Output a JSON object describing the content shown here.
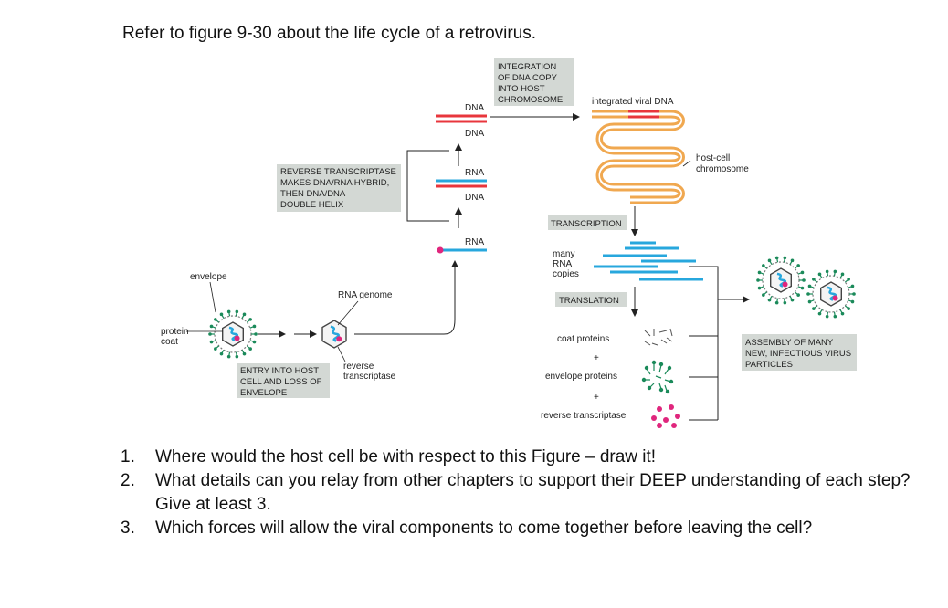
{
  "heading": "Refer to figure 9-30 about the life cycle of a retrovirus.",
  "figure": {
    "labels": {
      "integration_lines": [
        "INTEGRATION",
        "OF DNA COPY",
        "INTO HOST",
        "CHROMOSOME"
      ],
      "dna": "DNA",
      "rna": "RNA",
      "integrated_viral_dna": "integrated viral DNA",
      "host_cell_chromosome_lines": [
        "host-cell",
        "chromosome"
      ],
      "reverse_transcriptase_box_lines": [
        "REVERSE TRANSCRIPTASE",
        "MAKES DNA/RNA HYBRID,",
        "THEN DNA/DNA",
        "DOUBLE HELIX"
      ],
      "transcription": "TRANSCRIPTION",
      "many_rna_copies_lines": [
        "many",
        "RNA",
        "copies"
      ],
      "translation": "TRANSLATION",
      "envelope": "envelope",
      "rna_genome": "RNA genome",
      "protein_coat_lines": [
        "protein",
        "coat"
      ],
      "entry_lines": [
        "ENTRY INTO HOST",
        "CELL AND LOSS OF",
        "ENVELOPE"
      ],
      "reverse_transcriptase_lines": [
        "reverse",
        "transcriptase"
      ],
      "coat_proteins": "coat proteins",
      "plus": "+",
      "envelope_proteins": "envelope proteins",
      "reverse_transcriptase_product": "reverse transcriptase",
      "assembly_lines": [
        "ASSEMBLY OF MANY",
        "NEW, INFECTIOUS VIRUS",
        "PARTICLES"
      ]
    },
    "colors": {
      "dna_red": "#e8363c",
      "rna_blue": "#27a7dd",
      "chromosome_orange": "#f0a850",
      "envelope_green": "#1b8a5a",
      "rt_magenta": "#e0267d",
      "box_gray": "#d3d8d4"
    }
  },
  "questions": [
    {
      "number": "1.",
      "text": "Where would the host cell be with respect to this Figure – draw it!"
    },
    {
      "number": "2.",
      "text": "What details can you relay from other chapters to support their DEEP understanding of each step? Give at least 3."
    },
    {
      "number": "3.",
      "text": "Which forces will allow the viral components to come together before leaving the cell?"
    }
  ]
}
